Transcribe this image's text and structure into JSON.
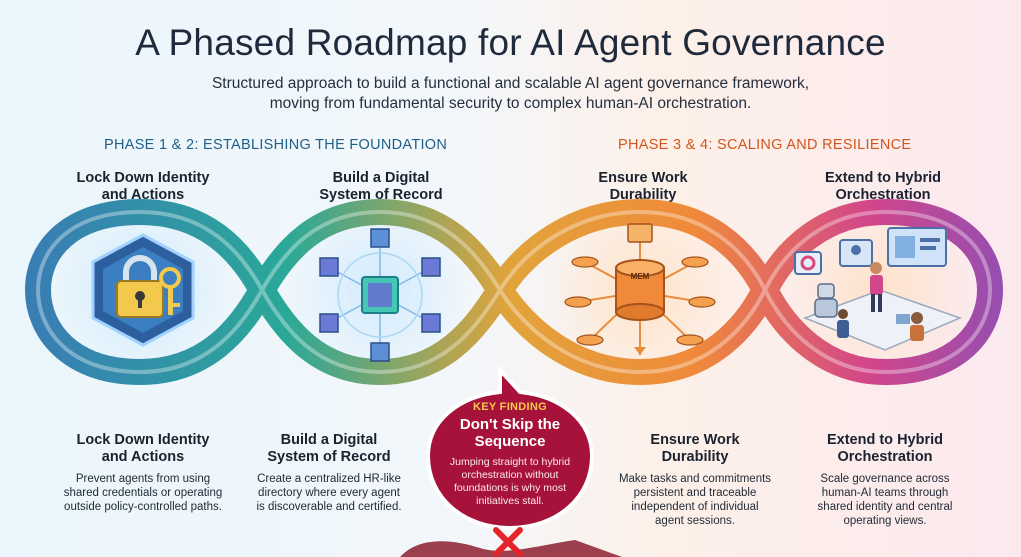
{
  "title": "A Phased Roadmap for AI Agent Governance",
  "subtitle_line1": "Structured approach to build a functional and scalable AI agent governance framework,",
  "subtitle_line2": "moving from fundamental security to complex human-AI orchestration.",
  "phase_left": "PHASE 1 & 2: ESTABLISHING THE FOUNDATION",
  "phase_right": "PHASE 3 & 4: SCALING AND RESILIENCE",
  "steps": [
    {
      "title_l1": "Lock Down Identity",
      "title_l2": "and Actions",
      "desc_l1": "Prevent agents from using",
      "desc_l2": "shared credentials or operating",
      "desc_l3": "outside policy-controlled paths.",
      "desc_l4": "",
      "icon": "shield-lock-icon"
    },
    {
      "title_l1": "Build a Digital",
      "title_l2": "System of Record",
      "desc_l1": "Create a centralized HR-like",
      "desc_l2": "directory where every agent",
      "desc_l3": "is discoverable and certified.",
      "desc_l4": "",
      "icon": "network-cubes-icon"
    },
    {
      "title_l1": "Ensure Work",
      "title_l2": "Durability",
      "desc_l1": "Make tasks and commitments",
      "desc_l2": "persistent and traceable",
      "desc_l3": "independent of individual",
      "desc_l4": "agent sessions.",
      "icon": "memory-database-icon"
    },
    {
      "title_l1": "Extend to Hybrid",
      "title_l2": "Orchestration",
      "desc_l1": "Scale governance across",
      "desc_l2": "human-AI teams through",
      "desc_l3": "shared identity and central",
      "desc_l4": "operating views.",
      "icon": "team-workspace-icon"
    }
  ],
  "key_finding": {
    "label": "KEY FINDING",
    "title_l1": "Don't Skip the",
    "title_l2": "Sequence",
    "text_l1": "Jumping straight to hybrid",
    "text_l2": "orchestration without",
    "text_l3": "foundations is why most",
    "text_l4": "initiatives stall."
  },
  "memory_label": "MEM",
  "colors": {
    "left_accent": "#1f5f88",
    "right_accent": "#d0561c",
    "loop_blue": "#3b78b8",
    "loop_teal": "#2aa898",
    "loop_orange": "#f08a3a",
    "loop_purple": "#8d4fb6",
    "key_finding_bg": "#a6123a",
    "stop_mark": "#e5232b"
  }
}
